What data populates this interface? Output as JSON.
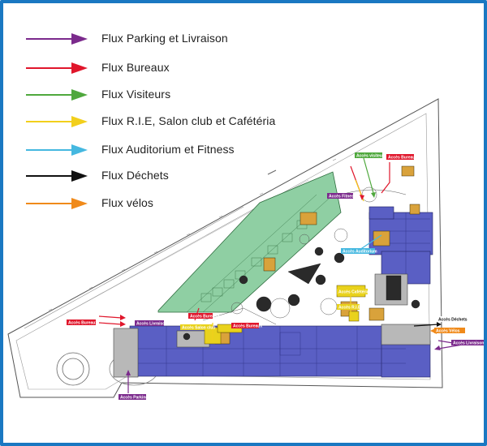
{
  "legend": {
    "items": [
      {
        "label": "Flux Parking et Livraison",
        "color": "#7b2a8c"
      },
      {
        "label": "Flux Bureaux",
        "color": "#e0162b"
      },
      {
        "label": "Flux Visiteurs",
        "color": "#4fa83d"
      },
      {
        "label": "Flux R.I.E, Salon club et Cafétéria",
        "color": "#f2cf1c"
      },
      {
        "label": "Flux Auditorium et Fitness",
        "color": "#45b8e0"
      },
      {
        "label": "Flux Déchets",
        "color": "#111111"
      },
      {
        "label": "Flux vélos",
        "color": "#f08a1a"
      }
    ]
  },
  "plan": {
    "tags": {
      "acces_visiteurs": "Accès visiteurs",
      "acces_bureaux_top": "Accès Bureaux",
      "acces_bureaux_left": "Accès Bureaux",
      "acces_bureaux_mid": "Accès Bureaux",
      "acces_auditorium": "Accès Auditorium",
      "acces_cafeteria": "Accès Cafétéria",
      "acces_rie": "Accès R.I.E",
      "acces_salon_club": "Accès Salon club",
      "acces_dechets": "Accès Déchets",
      "acces_livraison": "Accès Livraison",
      "acces_parking": "Accès Parking",
      "acces_fitness": "Accès Fitness",
      "acces_velos": "Accès Vélos"
    }
  },
  "colors": {
    "frame": "#1a78c2",
    "office_blue": "#5a5fc4",
    "garden_green": "#8fcfa3"
  }
}
